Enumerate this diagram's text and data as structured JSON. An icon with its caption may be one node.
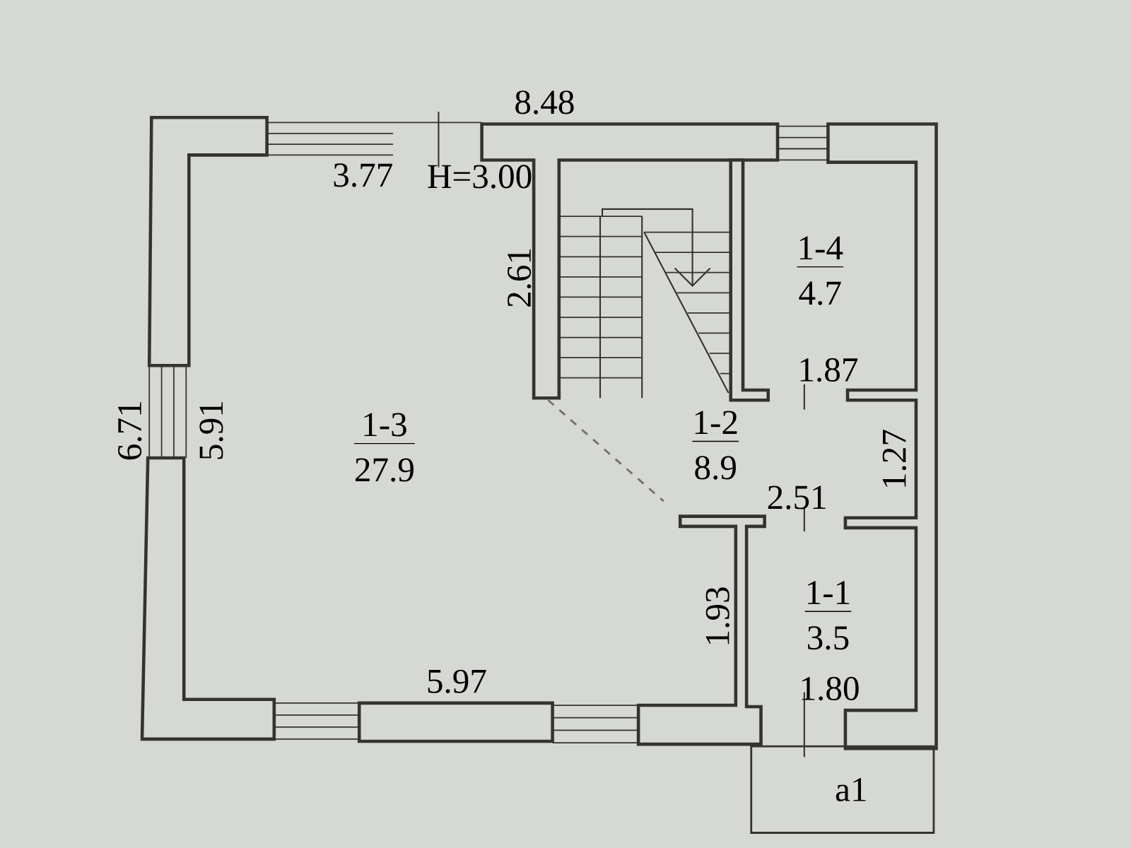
{
  "diagram": {
    "nodes": [
      {
        "text": [
          "1-3",
          "27.9"
        ]
      },
      {
        "text": [
          "1-2",
          "8.9"
        ]
      },
      {
        "text": [
          "1-4",
          "4.7"
        ]
      },
      {
        "text": [
          "1-1",
          "3.5"
        ]
      },
      {
        "text": [
          "a1"
        ]
      }
    ],
    "edges": [],
    "labels": [
      "8.48",
      "3.77",
      "H=3.00",
      "2.61",
      "1.87",
      "6.71",
      "5.91",
      "1.27",
      "2.51",
      "1.93",
      "5.97",
      "1.80"
    ]
  }
}
